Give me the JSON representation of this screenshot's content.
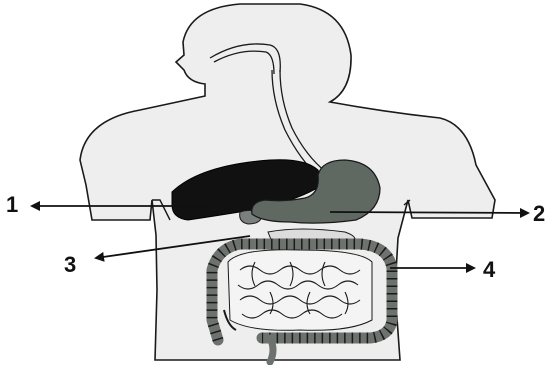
{
  "labels": {
    "one": "1",
    "two": "2",
    "three": "3",
    "four": "4"
  },
  "colors": {
    "body_fill": "#eeeeee",
    "outline": "#1a1a1a",
    "liver": "#111111",
    "stomach": "#5f6962",
    "colon": "#6d726f"
  }
}
